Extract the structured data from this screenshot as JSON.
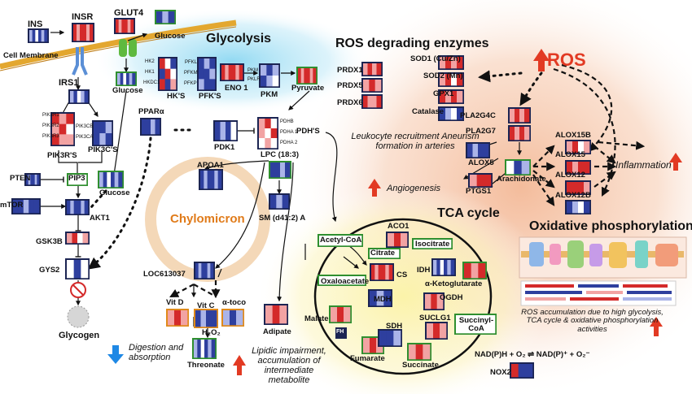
{
  "titles": {
    "glycolysis": "Glycolysis",
    "ros_enzymes": "ROS degrading enzymes",
    "ros": "ROS",
    "tca": "TCA cycle",
    "oxphos": "Oxidative phosphorylation",
    "chylomicron": "Chylomicron"
  },
  "labels": {
    "ins": "INS",
    "insr": "INSR",
    "glut4": "GLUT4",
    "cell_membrane": "Cell Membrane",
    "glucose_top": "Glucose",
    "glucose_mid": "Glucose",
    "glucose_low": "Glucose",
    "irs1": "IRS1",
    "pik3r_group": "PIK3R'S",
    "pik3c_group": "PIK3C'S",
    "pten": "PTEN",
    "pip3": "PIP3",
    "mtor": "mTOR",
    "akt1": "AKT1",
    "gsk3b": "GSK3B",
    "gys2": "GYS2",
    "glycogen": "Glycogen",
    "hk_group": "HK'S",
    "pfk_group": "PFK'S",
    "eno1": "ENO 1",
    "pkm": "PKM",
    "pyruvate": "Pyruvate",
    "ppara": "PPARα",
    "pdk1": "PDK1",
    "pdh_group": "PDH'S",
    "apoa1": "APOA1",
    "lpc": "LPC (18:3)",
    "sm": "SM (d41:2) A",
    "loc": "LOC613037",
    "vitd": "Vit D",
    "vitc": "Vit C",
    "atoco": "α-toco",
    "h2o2": "H₂O₂",
    "threonate": "Threonate",
    "adipate": "Adipate",
    "digestion": "Digestion and absorption",
    "lipidic": "Lipidic impairment, accumulation of intermediate metabolite",
    "prdx1": "PRDX1",
    "prdx5": "PRDX5",
    "prdx6": "PRDX6",
    "sod1": "SOD1 (Cu/Zn)",
    "sod2": "SOD2 (Mn)",
    "gpx1": "GPX1",
    "catalase": "Catalase",
    "pla2g4c": "PLA2G4C",
    "pla2g7": "PLA2G7",
    "leukocyte": "Leukocyte recruitment Aneurism formation in arteries",
    "alox5": "ALOX5",
    "arachidonate": "Arachidonate",
    "ptgs1": "PTGS1",
    "angiogenesis": "Angiogenesis",
    "alox15b": "ALOX15B",
    "alox15": "ALOX15",
    "alox12": "ALOX12",
    "alox12b": "ALOX12B",
    "inflammation": "Inflammation",
    "aco1": "ACO1",
    "acetyl_coa": "Acetyl-CoA",
    "citrate": "Citrate",
    "isocitrate": "Isocitrate",
    "cs": "CS",
    "idh": "IDH",
    "oxaloacetate": "Oxaloacetate",
    "akg": "α-Ketoglutarate",
    "mdh": "MDH",
    "ogdh": "OGDH",
    "malate": "Malate",
    "suclg1": "SUCLG1",
    "succinyl_coa": "Succinyl-CoA",
    "fh": "FH",
    "sdh": "SDH",
    "fumarate": "Fumarate",
    "succinate": "Succinate",
    "nadph_eq": "NAD(P)H + O₂  ⇌  NAD(P)⁺ + O₂⁻",
    "nox2": "NOX2",
    "ros_accum": "ROS accumulation due to high glycolysis, TCA cycle & oxidative phosphorylation activities"
  },
  "sublabels": {
    "pik3r": [
      "PIK3R1",
      "PIK3R2",
      "PIK3R3"
    ],
    "pik3c": [
      "PIK3CB",
      "PIK3CA"
    ],
    "hk": [
      "HK2",
      "HK1",
      "HKDC1"
    ],
    "pfk": [
      "PFKL",
      "PFKM",
      "PFKP"
    ],
    "pkm": [
      "PKM",
      "PKLR"
    ],
    "pdh": [
      "PDHB",
      "PDHA 1",
      "PDHA 2"
    ]
  },
  "colors": {
    "red": "#d42a2a",
    "pink": "#f2a3a3",
    "blue": "#2e3f9e",
    "light_blue": "#aab4e8",
    "white": "#ffffff",
    "frame_navy": "#1b2452",
    "frame_green": "#2f8f2f",
    "frame_orange": "#e08a1a",
    "arrow_red": "#e23a23",
    "arrow_blue": "#1e88e5"
  },
  "icons": {
    "glycogen": "glycogen-granule-icon",
    "gys2_inhibition": "no-symbol-icon",
    "fh": "enzyme-fh-icon",
    "oxphos": "electron-transport-chain-icon"
  }
}
